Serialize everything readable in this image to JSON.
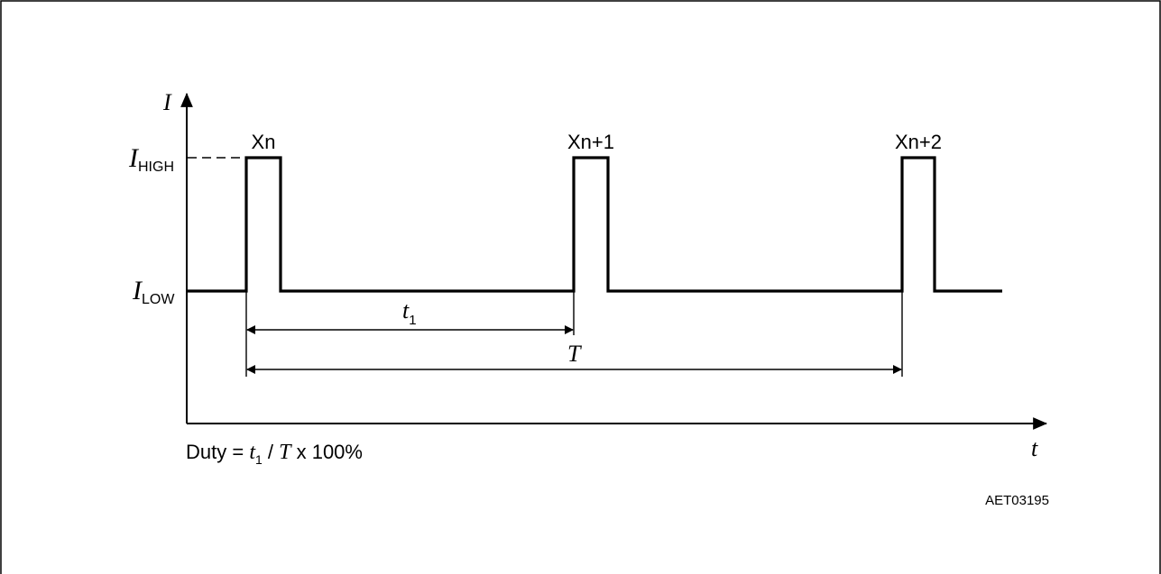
{
  "axes": {
    "y_label": "I",
    "x_label": "t"
  },
  "levels": {
    "high": {
      "symbol": "I",
      "subscript": "HIGH"
    },
    "low": {
      "symbol": "I",
      "subscript": "LOW"
    }
  },
  "pulses": [
    {
      "label": "Xn"
    },
    {
      "label": "Xn+1"
    },
    {
      "label": "Xn+2"
    }
  ],
  "intervals": {
    "t1": {
      "symbol": "t",
      "subscript": "1"
    },
    "T": {
      "symbol": "T"
    }
  },
  "formula": {
    "prefix": "Duty = ",
    "t_symbol": "t",
    "t_subscript": "1",
    "slash": " / ",
    "T_symbol": "T",
    "suffix": " x 100%"
  },
  "figure_id": "AET03195"
}
